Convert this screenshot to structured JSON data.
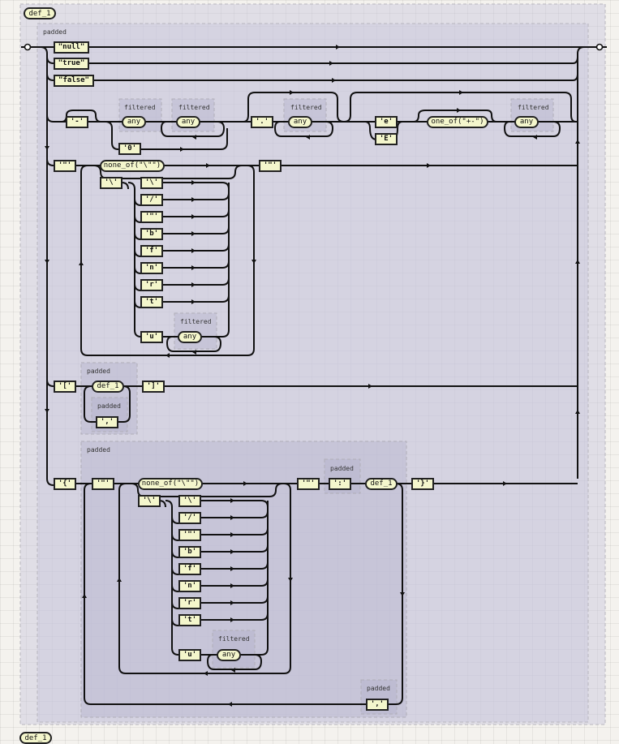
{
  "diagram": {
    "type": "railroad-diagram",
    "title": "def_1",
    "footer_label": "def_1",
    "group_labels": {
      "padded": "padded",
      "filtered": "filtered"
    },
    "colors": {
      "terminal_fill": "#f4f6cc",
      "line": "#111111",
      "group_fill": "#d5d3e0",
      "background": "#f4f2ee"
    },
    "alternatives": {
      "null": "\"null\"",
      "true": "\"true\"",
      "false": "\"false\"",
      "number": {
        "minus": "'-'",
        "any": "any",
        "zero": "'0'",
        "dot": "'.'",
        "e_lower": "'e'",
        "e_upper": "'E'",
        "sign": "one_of(\"+-\")"
      },
      "string": {
        "quote": "'\"'",
        "none_of": "none_of(\"\\\"\")",
        "backslash": "'\\'",
        "escapes": [
          "'\\'",
          "'/'",
          "'\"'",
          "'b'",
          "'f'",
          "'n'",
          "'r'",
          "'t'"
        ],
        "unicode": "'u'",
        "any": "any"
      },
      "array": {
        "open": "'['",
        "item": "def_1",
        "sep": "','",
        "close": "']'"
      },
      "object": {
        "open": "'{'",
        "quote": "'\"'",
        "none_of": "none_of(\"\\\"\")",
        "backslash": "'\\'",
        "escapes": [
          "'\\'",
          "'/'",
          "'\"'",
          "'b'",
          "'f'",
          "'n'",
          "'r'",
          "'t'"
        ],
        "unicode": "'u'",
        "any": "any",
        "colon": "':'",
        "value": "def_1",
        "close": "'}'",
        "sep": "','"
      }
    }
  }
}
